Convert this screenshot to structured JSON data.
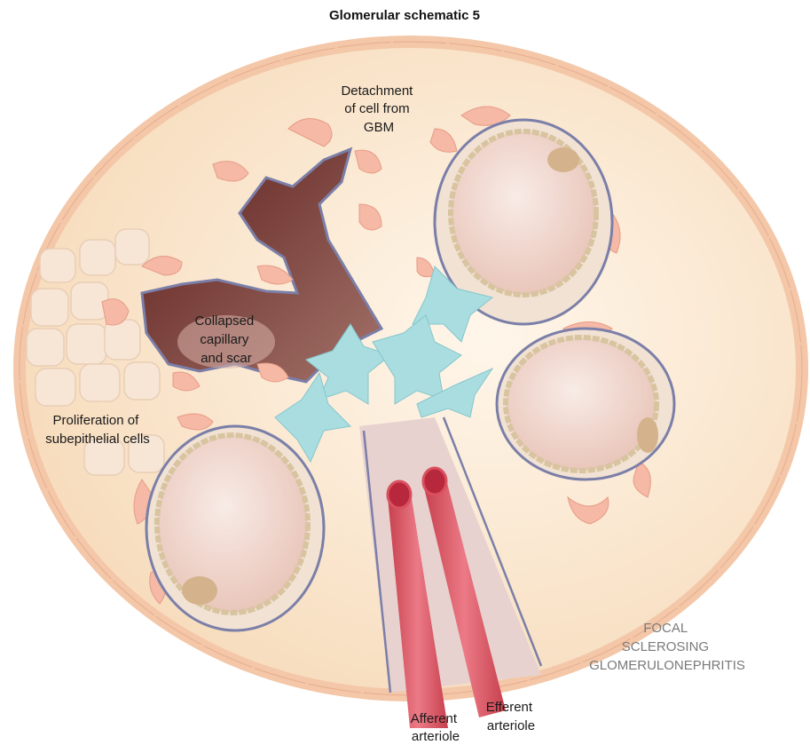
{
  "title": "Glomerular schematic 5",
  "labels": {
    "detachment": [
      "Detachment",
      "of cell from",
      "GBM"
    ],
    "collapsed": [
      "Collapsed",
      "capillary",
      "and scar"
    ],
    "proliferation": [
      "Proliferation of",
      "subepithelial cells"
    ],
    "diagnosis": [
      "FOCAL",
      "SCLEROSING",
      "GLOMERULONEPHRITIS"
    ],
    "afferent": [
      "Afferent",
      "arteriole"
    ],
    "efferent": [
      "Efferent",
      "arteriole"
    ]
  },
  "colors": {
    "capsule": "#f6d9b8",
    "capsule_wall": "#f4c9ac",
    "podocyte": "#f3b8a4",
    "scar": "#6b2a26",
    "mesangial": "#a9dde0",
    "gbm": "#7b7fa8",
    "arteriole": "#d9505f",
    "lumen": "#efd3cb"
  }
}
